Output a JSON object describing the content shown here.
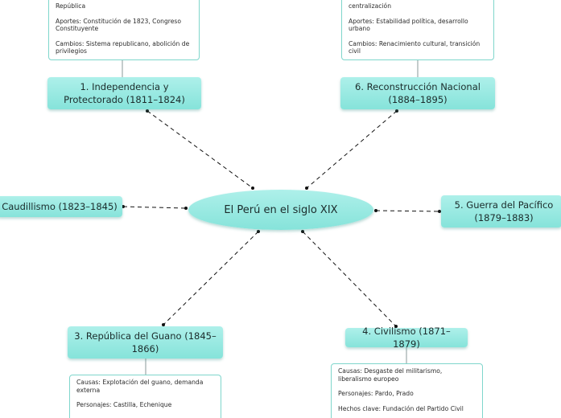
{
  "center": {
    "label": "El Perú en el siglo XIX"
  },
  "branches": {
    "b1": {
      "label": "1. Independencia y Protectorado (1811–1824)"
    },
    "b2": {
      "label": "Caudillismo (1823–1845)"
    },
    "b3": {
      "label": "3. República del Guano (1845–1866)"
    },
    "b4": {
      "label": "4. Civilismo (1871–1879)"
    },
    "b5": {
      "label": "5. Guerra del Pacífico (1879–1883)"
    },
    "b6": {
      "label": "6. Reconstrucción Nacional (1884–1895)"
    }
  },
  "notes": {
    "n1": {
      "partial_line": "República",
      "aportes_key": "Aportes:",
      "aportes_val": "Constitución de 1823, Congreso Constituyente",
      "cambios_key": "Cambios:",
      "cambios_val": "Sistema republicano, abolición de privilegios"
    },
    "n6": {
      "partial_line": "centralización",
      "aportes_key": "Aportes:",
      "aportes_val": "Estabilidad política, desarrollo urbano",
      "cambios_key": "Cambios:",
      "cambios_val": "Renacimiento cultural, transición civil"
    },
    "n3": {
      "causas_key": "Causas:",
      "causas_val": "Explotación del guano, demanda externa",
      "personajes_key": "Personajes:",
      "personajes_val": "Castilla, Echenique"
    },
    "n4": {
      "causas_key": "Causas:",
      "causas_val": "Desgaste del militarismo, liberalismo europeo",
      "personajes_key": "Personajes:",
      "personajes_val": "Pardo, Prado",
      "hechos_key": "Hechos clave:",
      "hechos_val": "Fundación del Partido Civil"
    }
  }
}
